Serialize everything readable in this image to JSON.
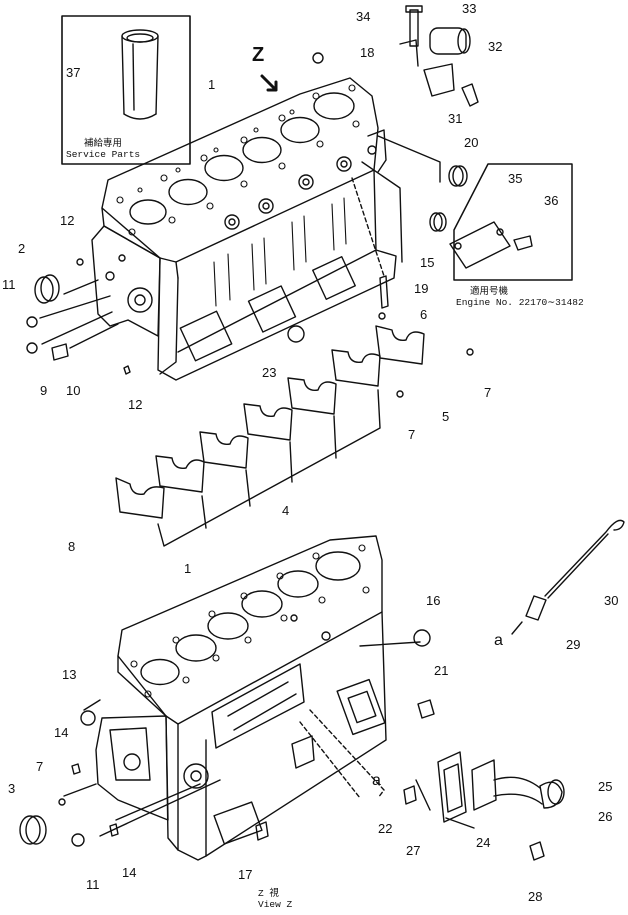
{
  "callouts": {
    "p1_top": "1",
    "p2": "2",
    "p4": "4",
    "p5": "5",
    "p6": "6",
    "p7_right": "7",
    "p7_mid": "7",
    "p8": "8",
    "p9": "9",
    "p10": "10",
    "p11_top": "11",
    "p12_top": "12",
    "p12_bot": "12",
    "p15": "15",
    "p18": "18",
    "p19": "19",
    "p20": "20",
    "p23": "23",
    "p31": "31",
    "p32": "32",
    "p33": "33",
    "p34": "34",
    "p35": "35",
    "p36": "36",
    "p37": "37",
    "p1_bottom": "1",
    "p3": "3",
    "p7_low": "7",
    "p11_low": "11",
    "p13": "13",
    "p14_a": "14",
    "p14_b": "14",
    "p16": "16",
    "p17": "17",
    "p21": "21",
    "p22": "22",
    "p24": "24",
    "p25": "25",
    "p26": "26",
    "p27": "27",
    "p28": "28",
    "p29": "29",
    "p30": "30"
  },
  "arrow_labels": {
    "z_arrow": "Z",
    "a_left": "a",
    "a_center": "a"
  },
  "service_parts": {
    "jp": "補給専用",
    "en": "Service Parts"
  },
  "applicable": {
    "jp": "適用号機",
    "en": "Engine No. 22170∼31482"
  },
  "view": {
    "jp": "Z  視",
    "en": "View Z"
  }
}
